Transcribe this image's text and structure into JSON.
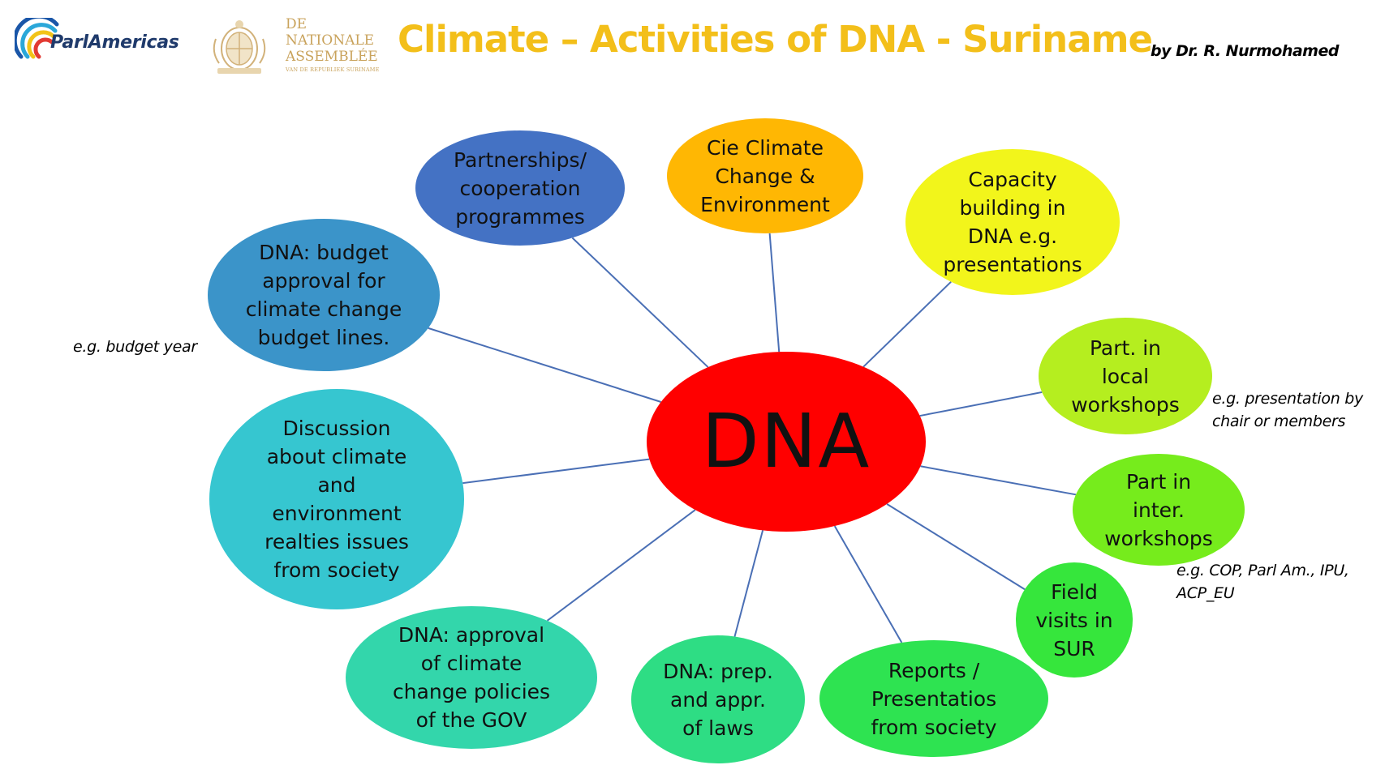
{
  "header": {
    "logo_text": "ParlAmericas",
    "assembly_line1": "DE",
    "assembly_line2": "NATIONALE",
    "assembly_line3": "ASSEMBLÉE",
    "assembly_small": "VAN DE REPUBLIEK SURINAME",
    "title": "Climate – Activities of  DNA - Suriname",
    "author": "by Dr. R. Nurmohamed"
  },
  "colors": {
    "title": "#f3bf1a",
    "center": "#ff0000",
    "connector": "#4a6fb5"
  },
  "center": {
    "label": "DNA"
  },
  "nodes": [
    {
      "id": "partnerships",
      "label": "Partnerships/\ncooperation\nprogrammes",
      "color": "#4472c4"
    },
    {
      "id": "cie-climate",
      "label": "Cie Climate\nChange &\nEnvironment",
      "color": "#ffb703"
    },
    {
      "id": "capacity-building",
      "label": "Capacity\nbuilding in\nDNA e.g.\npresentations",
      "color": "#f2f51b"
    },
    {
      "id": "local-workshops",
      "label": "Part. in\nlocal\nworkshops",
      "color": "#b5ee1f"
    },
    {
      "id": "inter-workshops",
      "label": "Part in\ninter.\nworkshops",
      "color": "#76ec1c"
    },
    {
      "id": "field-visits",
      "label": "Field\nvisits in\nSUR",
      "color": "#36e63c"
    },
    {
      "id": "reports",
      "label": "Reports /\nPresentatios\nfrom society",
      "color": "#2ee351"
    },
    {
      "id": "laws",
      "label": "DNA: prep.\nand appr.\nof laws",
      "color": "#2edd84"
    },
    {
      "id": "policies",
      "label": "DNA: approval\nof climate\nchange policies\nof the GOV",
      "color": "#33d6ab"
    },
    {
      "id": "discussion",
      "label": "Discussion\nabout climate\nand\nenvironment\nrealties issues\nfrom society",
      "color": "#36c6d0"
    },
    {
      "id": "budget",
      "label": "DNA: budget\napproval for\nclimate change\nbudget lines.",
      "color": "#3b94c9"
    }
  ],
  "notes": {
    "budget_year": "e.g. budget year",
    "presentation": "e.g. presentation by\nchair or members",
    "cop": "e.g. COP, Parl Am., IPU,\nACP_EU"
  }
}
